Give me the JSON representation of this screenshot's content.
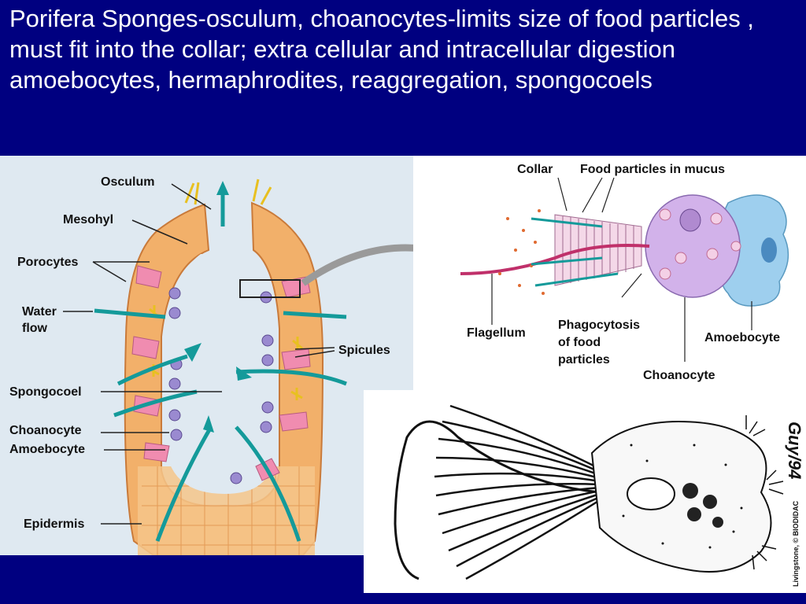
{
  "title": "Porifera Sponges-osculum, choanocytes-limits size of food particles , must fit into the collar; extra cellular and intracellular digestion amoebocytes, hermaphrodites, reaggregation, spongocoels",
  "sponge_labels": {
    "osculum": "Osculum",
    "mesohyl": "Mesohyl",
    "porocytes": "Porocytes",
    "water_flow": [
      "Water",
      "flow"
    ],
    "spicules": "Spicules",
    "spongocoel": "Spongocoel",
    "choanocyte": "Choanocyte",
    "amoebocyte": "Amoebocyte",
    "epidermis": "Epidermis"
  },
  "cell_labels": {
    "collar": "Collar",
    "food_particles": "Food particles in mucus",
    "flagellum": "Flagellum",
    "phagocytosis": [
      "Phagocytosis",
      "of food",
      "particles"
    ],
    "amoebocyte": "Amoebocyte",
    "choanocyte": "Choanocyte"
  },
  "drawing": {
    "signature": "Guy/94",
    "credit": "Livingstone, © BIODIDAC"
  },
  "colors": {
    "background": "#000080",
    "title_text": "#ffffff",
    "sponge_body": "#f2b06a",
    "water_arrow": "#149a9a",
    "choanocyte_cell": "#c9a6e0",
    "amoebocyte_cell": "#9ecfee",
    "flagellum": "#c0306a"
  }
}
